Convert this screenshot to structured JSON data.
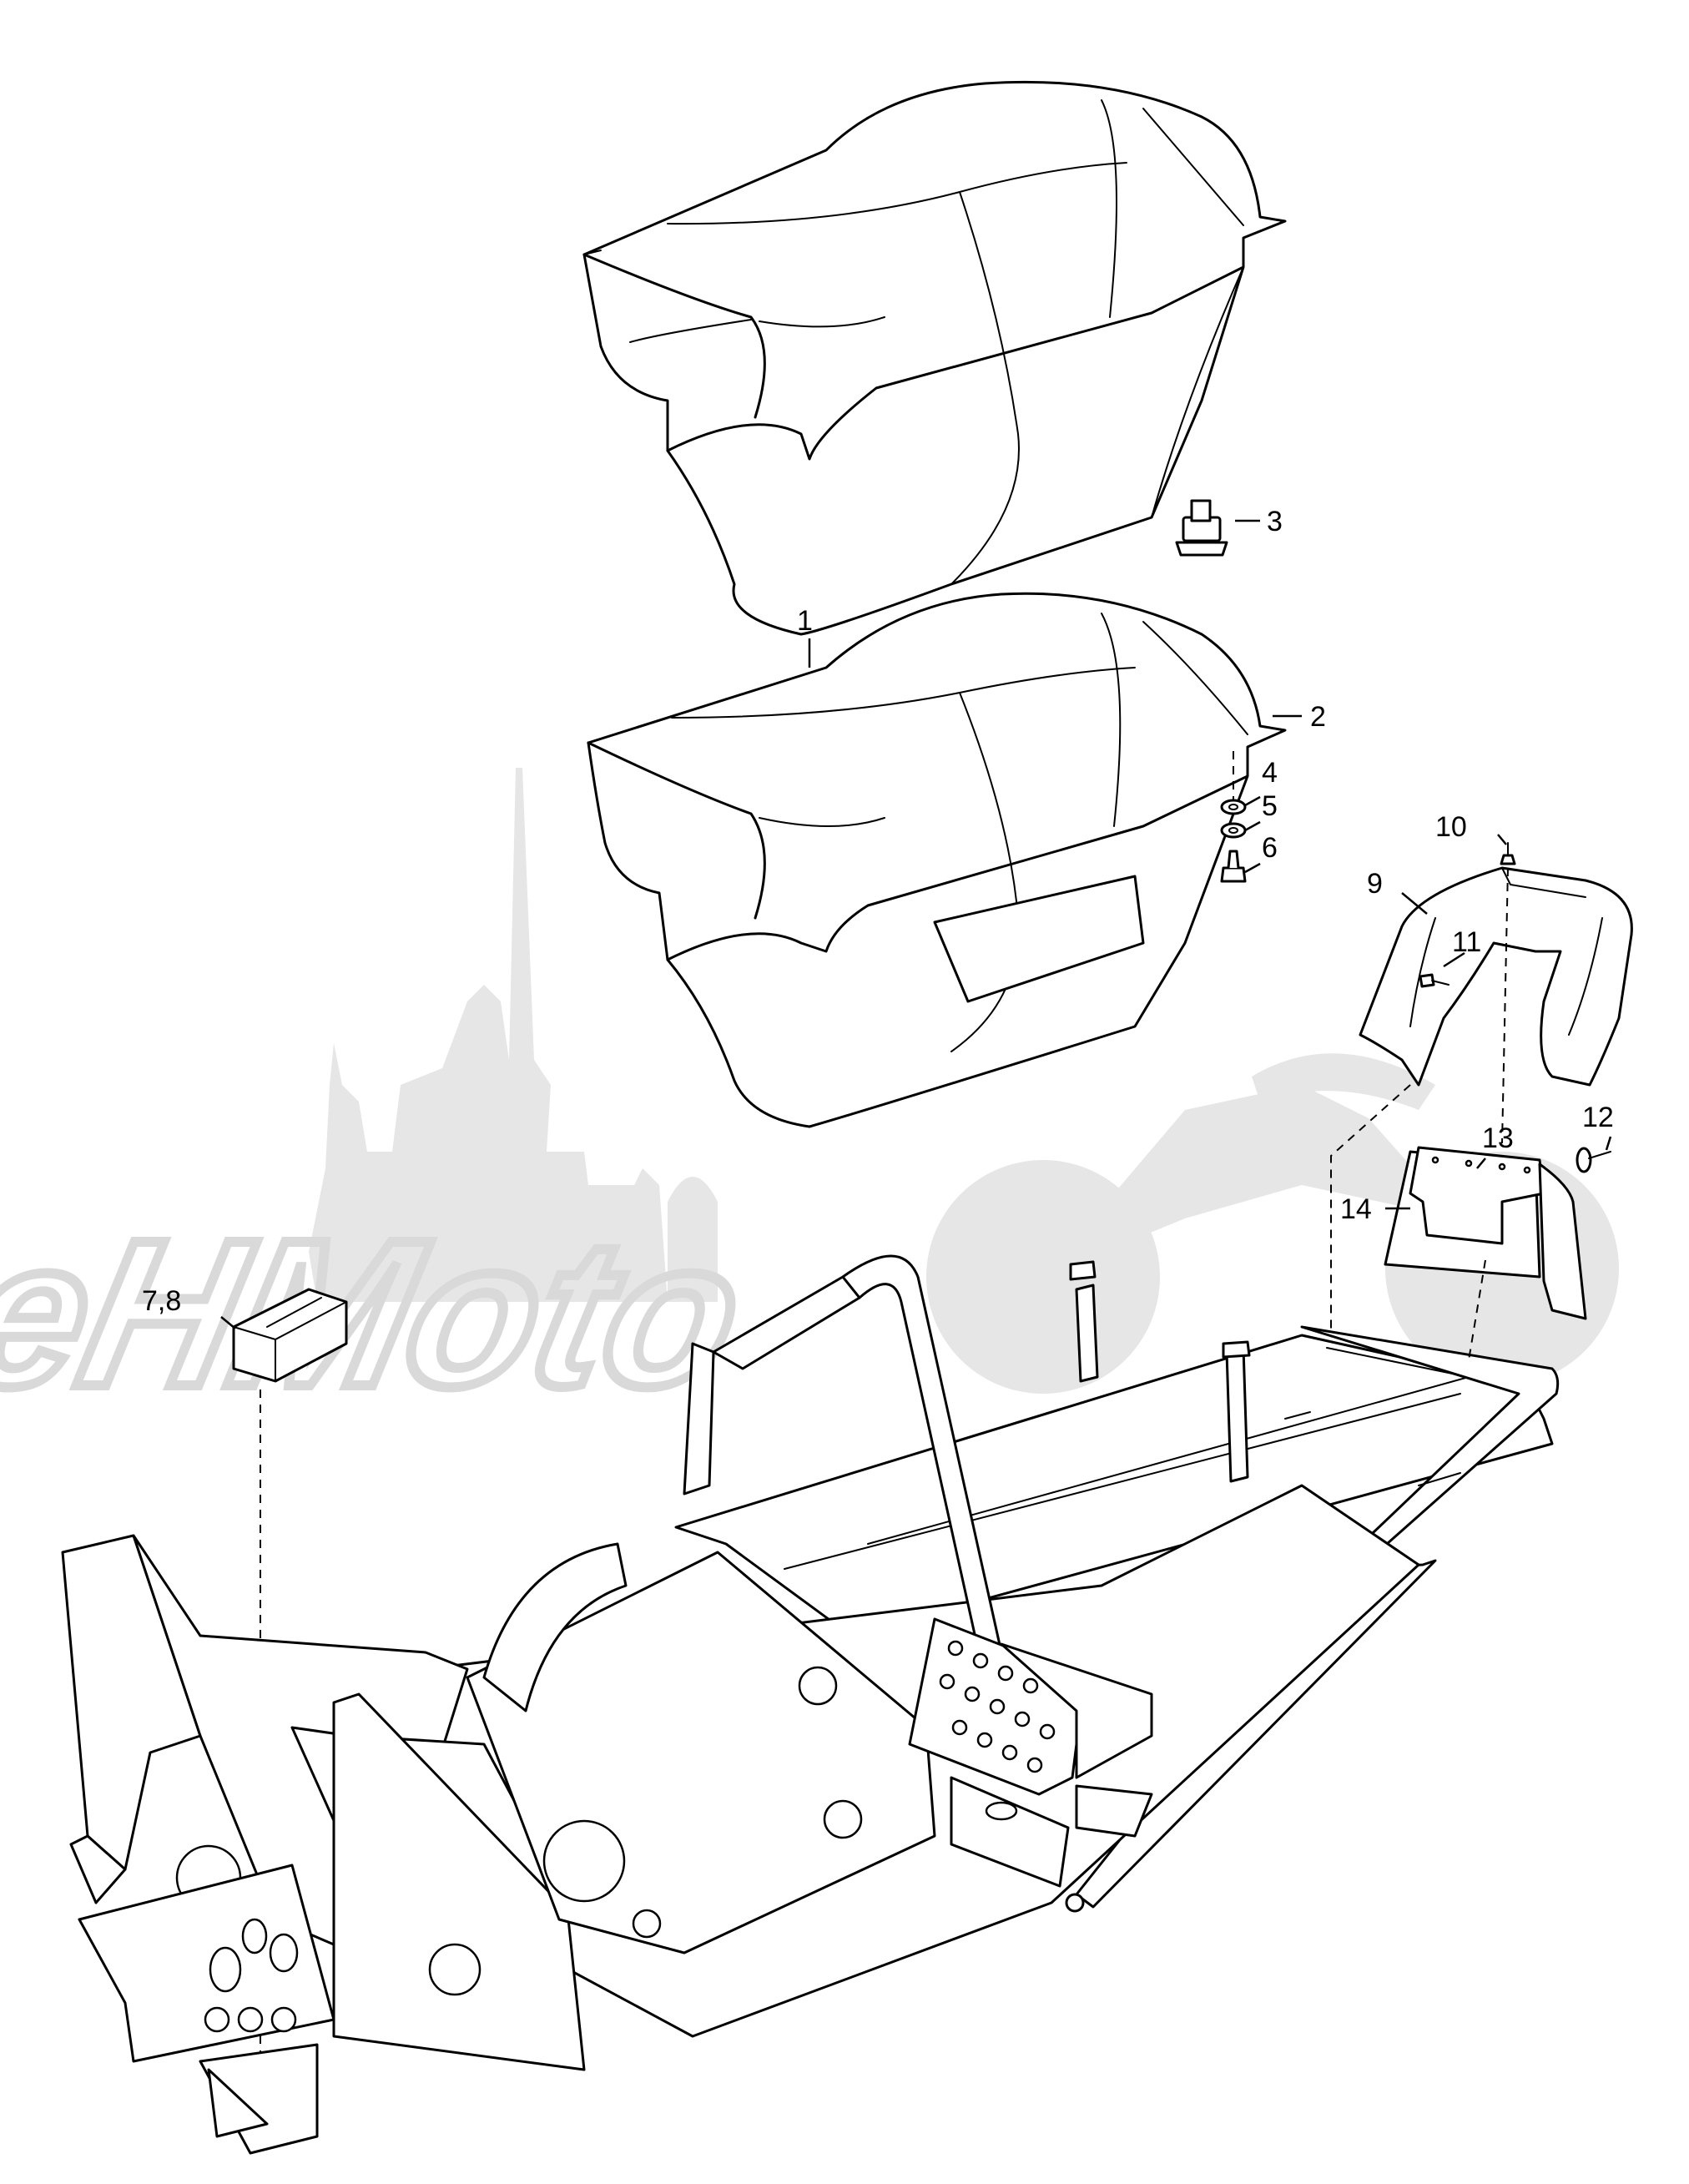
{
  "watermark": {
    "text": "AeHMoto"
  },
  "callouts": [
    {
      "id": "1",
      "label": "1"
    },
    {
      "id": "2",
      "label": "2"
    },
    {
      "id": "3",
      "label": "3"
    },
    {
      "id": "4",
      "label": "4"
    },
    {
      "id": "5",
      "label": "5"
    },
    {
      "id": "6",
      "label": "6"
    },
    {
      "id": "7-8",
      "label": "7,8"
    },
    {
      "id": "9",
      "label": "9"
    },
    {
      "id": "10",
      "label": "10"
    },
    {
      "id": "11",
      "label": "11"
    },
    {
      "id": "12",
      "label": "12"
    },
    {
      "id": "13",
      "label": "13"
    },
    {
      "id": "14",
      "label": "14"
    }
  ],
  "colors": {
    "line": "#000000",
    "background": "#ffffff",
    "watermark": "#e6e6e6"
  }
}
